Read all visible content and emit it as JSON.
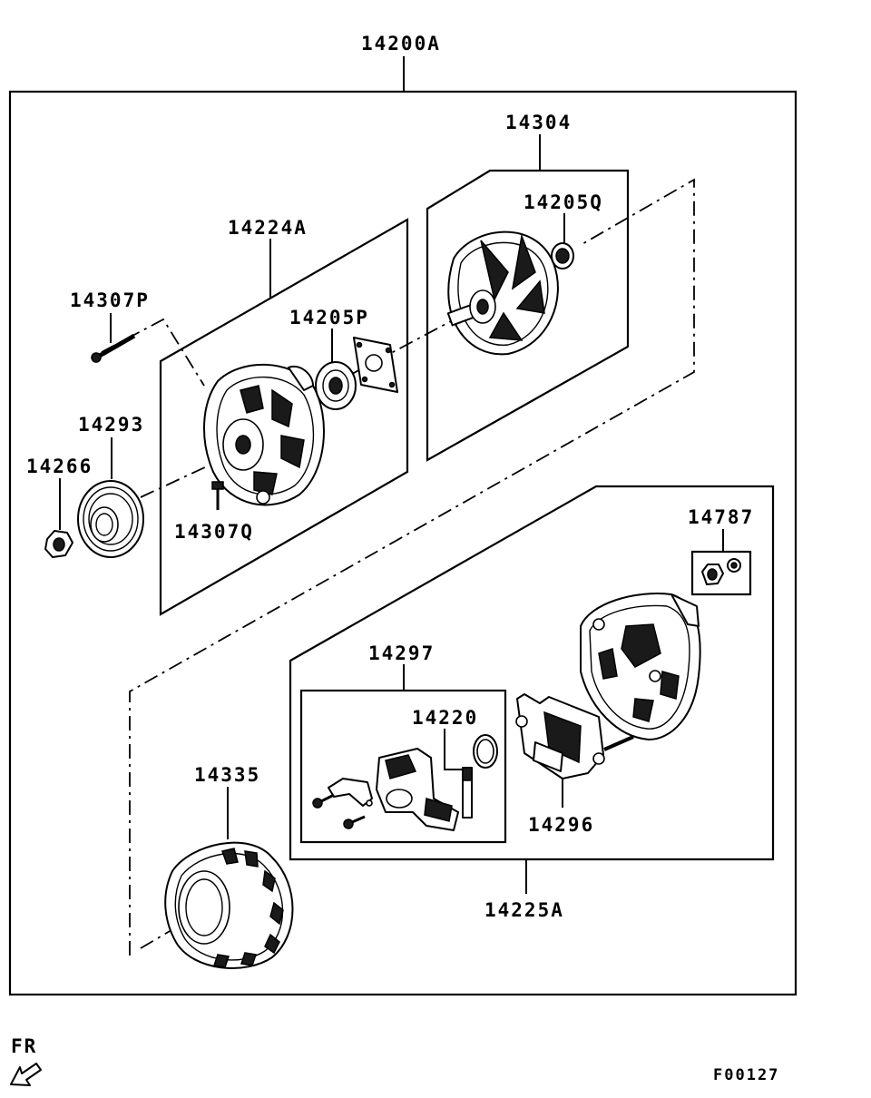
{
  "diagram": {
    "labels": {
      "assembly": "14200A",
      "rotor_assembly": "14304",
      "rear_bearing": "14205Q",
      "front_bracket": "14224A",
      "front_bearing": "14205P",
      "through_bolt": "14307P",
      "pulley": "14293",
      "pulley_nut": "14266",
      "bracket_screw": "14307Q",
      "nut_kit": "14787",
      "brush_holder": "14297",
      "brush": "14220",
      "regulator": "14296",
      "stator": "14335",
      "rear_bracket": "14225A"
    },
    "direction_label": "FR",
    "figure_code": "F00127"
  },
  "colors": {
    "line": "#000000",
    "background": "#ffffff"
  }
}
